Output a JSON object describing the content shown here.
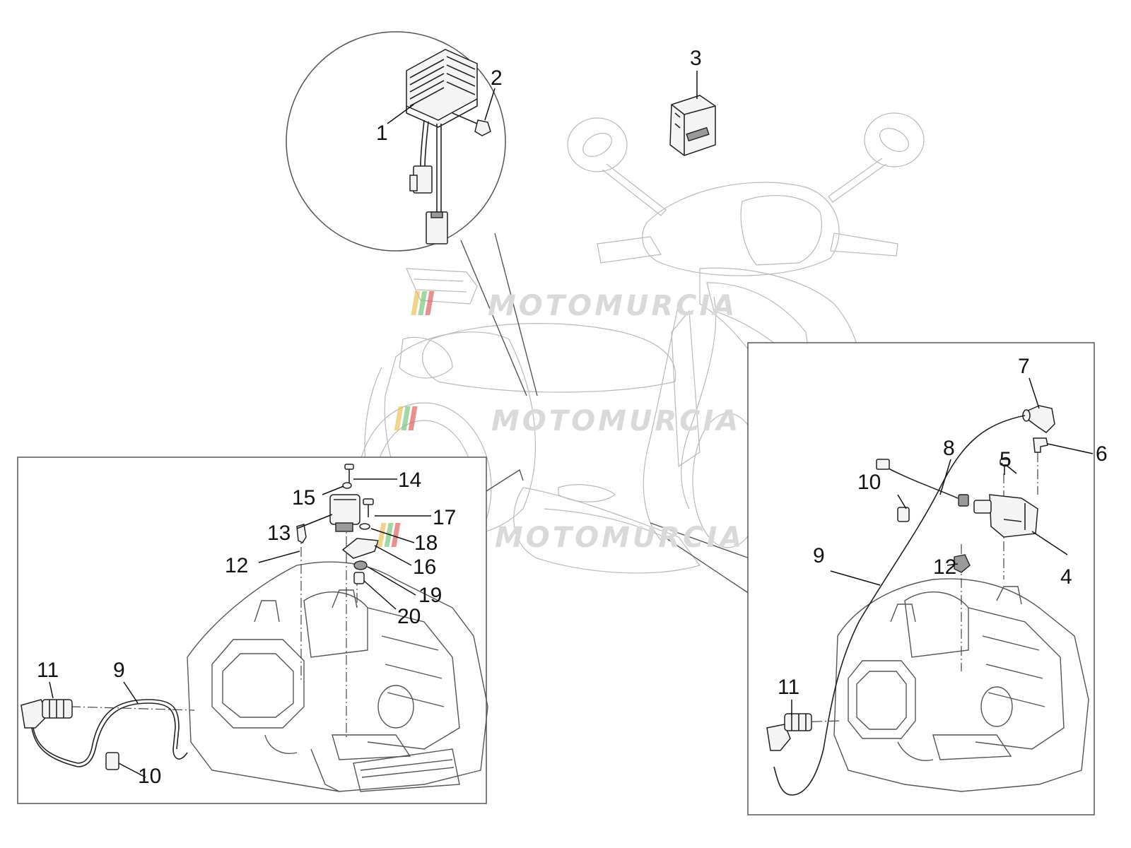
{
  "watermark": {
    "text": "MOTOMURCIA",
    "colors": [
      "#e8c35a",
      "#7cc47a",
      "#e06060"
    ]
  },
  "callouts": [
    {
      "id": "c1",
      "label": "1"
    },
    {
      "id": "c2",
      "label": "2"
    },
    {
      "id": "c3",
      "label": "3"
    },
    {
      "id": "c14",
      "label": "14"
    },
    {
      "id": "c15",
      "label": "15"
    },
    {
      "id": "c13",
      "label": "13"
    },
    {
      "id": "c17",
      "label": "17"
    },
    {
      "id": "c18",
      "label": "18"
    },
    {
      "id": "c12l",
      "label": "12"
    },
    {
      "id": "c16",
      "label": "16"
    },
    {
      "id": "c19",
      "label": "19"
    },
    {
      "id": "c20",
      "label": "20"
    },
    {
      "id": "c11l",
      "label": "11"
    },
    {
      "id": "c9l",
      "label": "9"
    },
    {
      "id": "c10l",
      "label": "10"
    },
    {
      "id": "c7",
      "label": "7"
    },
    {
      "id": "c8",
      "label": "8"
    },
    {
      "id": "c6",
      "label": "6"
    },
    {
      "id": "c5",
      "label": "5"
    },
    {
      "id": "c10r",
      "label": "10"
    },
    {
      "id": "c9r",
      "label": "9"
    },
    {
      "id": "c12r",
      "label": "12"
    },
    {
      "id": "c4",
      "label": "4"
    },
    {
      "id": "c11r",
      "label": "11"
    }
  ]
}
